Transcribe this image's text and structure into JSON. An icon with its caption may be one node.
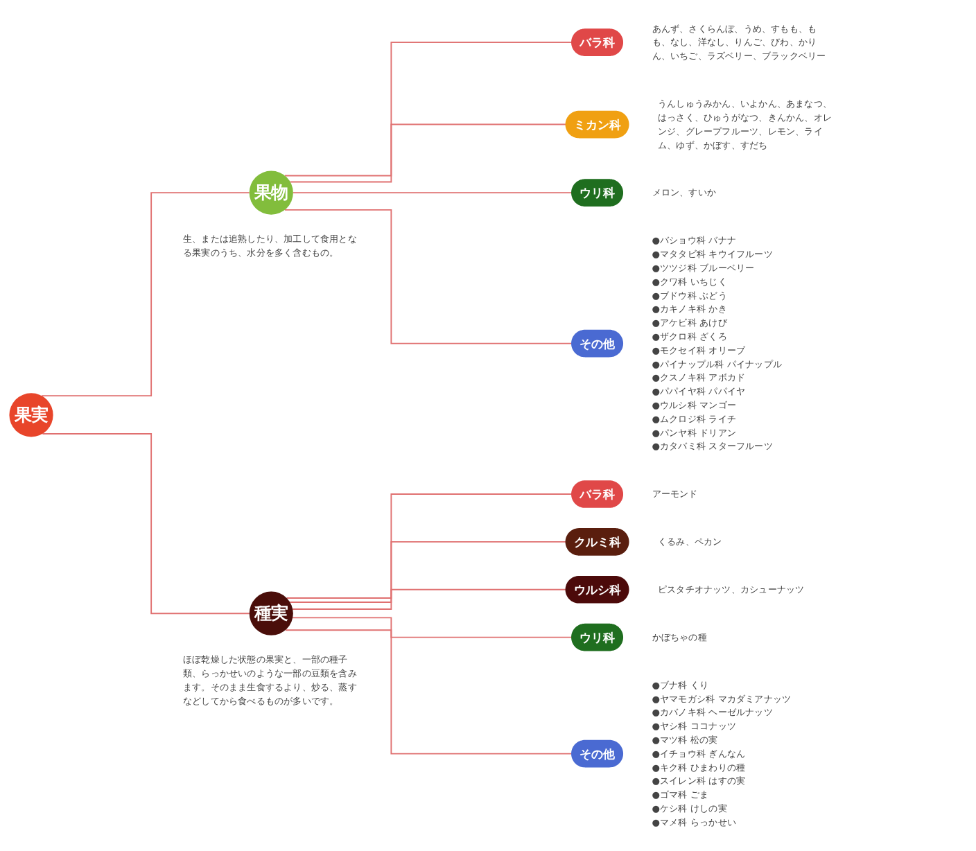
{
  "diagram": {
    "nodes": [
      {
        "text": [
          "果実"
        ]
      },
      {
        "text": [
          "果物"
        ],
        "beside": [
          "生、または追熟したり、加工して食用となる果実のうち、水分を多く含むもの。"
        ]
      },
      {
        "text": [
          "バラ科"
        ],
        "beside": [
          "あんず、さくらんぼ、うめ、すもも、もも、なし、洋なし、りんご、びわ、かりん、いちご、ラズベリー、ブラックベリー"
        ]
      },
      {
        "text": [
          "ミカン科"
        ],
        "beside": [
          "うんしゅうみかん、いよかん、あまなつ、はっさく、ひゅうがなつ、きんかん、オレンジ、グレープフルーツ、レモン、ライム、ゆず、かぼす、すだち"
        ]
      },
      {
        "text": [
          "ウリ科"
        ],
        "beside": [
          "メロン、すいか"
        ]
      },
      {
        "text": [
          "その他"
        ],
        "beside": [
          "●バショウ科 バナナ",
          "●マタタビ科 キウイフルーツ",
          "●ツツジ科 ブルーベリー",
          "●クワ科 いちじく",
          "●ブドウ科 ぶどう",
          "●カキノキ科 かき",
          "●アケビ科 あけび",
          "●ザクロ科 ざくろ",
          "●モクセイ科 オリーブ",
          "●パイナップル科 パイナップル",
          "●クスノキ科 アボカド",
          "●パパイヤ科 パパイヤ",
          "●ウルシ科 マンゴー",
          "●ムクロジ科 ライチ",
          "●パンヤ科 ドリアン",
          "●カタバミ科 スターフルーツ"
        ]
      },
      {
        "text": [
          "種実"
        ],
        "beside": [
          "ほぼ乾燥した状態の果実と、一部の種子類、らっかせいのような一部の豆類を含みます。そのまま生食するより、炒る、蒸すなどしてから食べるものが多いです。"
        ]
      },
      {
        "text": [
          "バラ科"
        ],
        "beside": [
          "アーモンド"
        ]
      },
      {
        "text": [
          "クルミ科"
        ],
        "beside": [
          "くるみ、ペカン"
        ]
      },
      {
        "text": [
          "ウルシ科"
        ],
        "beside": [
          "ピスタチオナッツ、カシューナッツ"
        ]
      },
      {
        "text": [
          "ウリ科"
        ],
        "beside": [
          "かぼちゃの種"
        ]
      },
      {
        "text": [
          "その他"
        ],
        "beside": [
          "●ブナ科 くり",
          "●ヤマモガシ科 マカダミアナッツ",
          "●カバノキ科 ヘーゼルナッツ",
          "●ヤシ科 ココナッツ",
          "●マツ科 松の実",
          "●イチョウ科 ぎんなん",
          "●キク科 ひまわりの種",
          "●スイレン科 はすの実",
          "●ゴマ科 ごま",
          "●ケシ科 けしの実",
          "●マメ科 らっかせい"
        ]
      }
    ],
    "edges": [
      {
        "from": 0,
        "to": 1,
        "arrow": "none"
      },
      {
        "from": 0,
        "to": 6,
        "arrow": "none"
      },
      {
        "from": 1,
        "to": 2,
        "arrow": "none"
      },
      {
        "from": 1,
        "to": 3,
        "arrow": "none"
      },
      {
        "from": 1,
        "to": 4,
        "arrow": "none"
      },
      {
        "from": 1,
        "to": 5,
        "arrow": "none"
      },
      {
        "from": 6,
        "to": 7,
        "arrow": "none"
      },
      {
        "from": 6,
        "to": 8,
        "arrow": "none"
      },
      {
        "from": 6,
        "to": 9,
        "arrow": "none"
      },
      {
        "from": 6,
        "to": 10,
        "arrow": "none"
      },
      {
        "from": 6,
        "to": 11,
        "arrow": "none"
      }
    ]
  }
}
